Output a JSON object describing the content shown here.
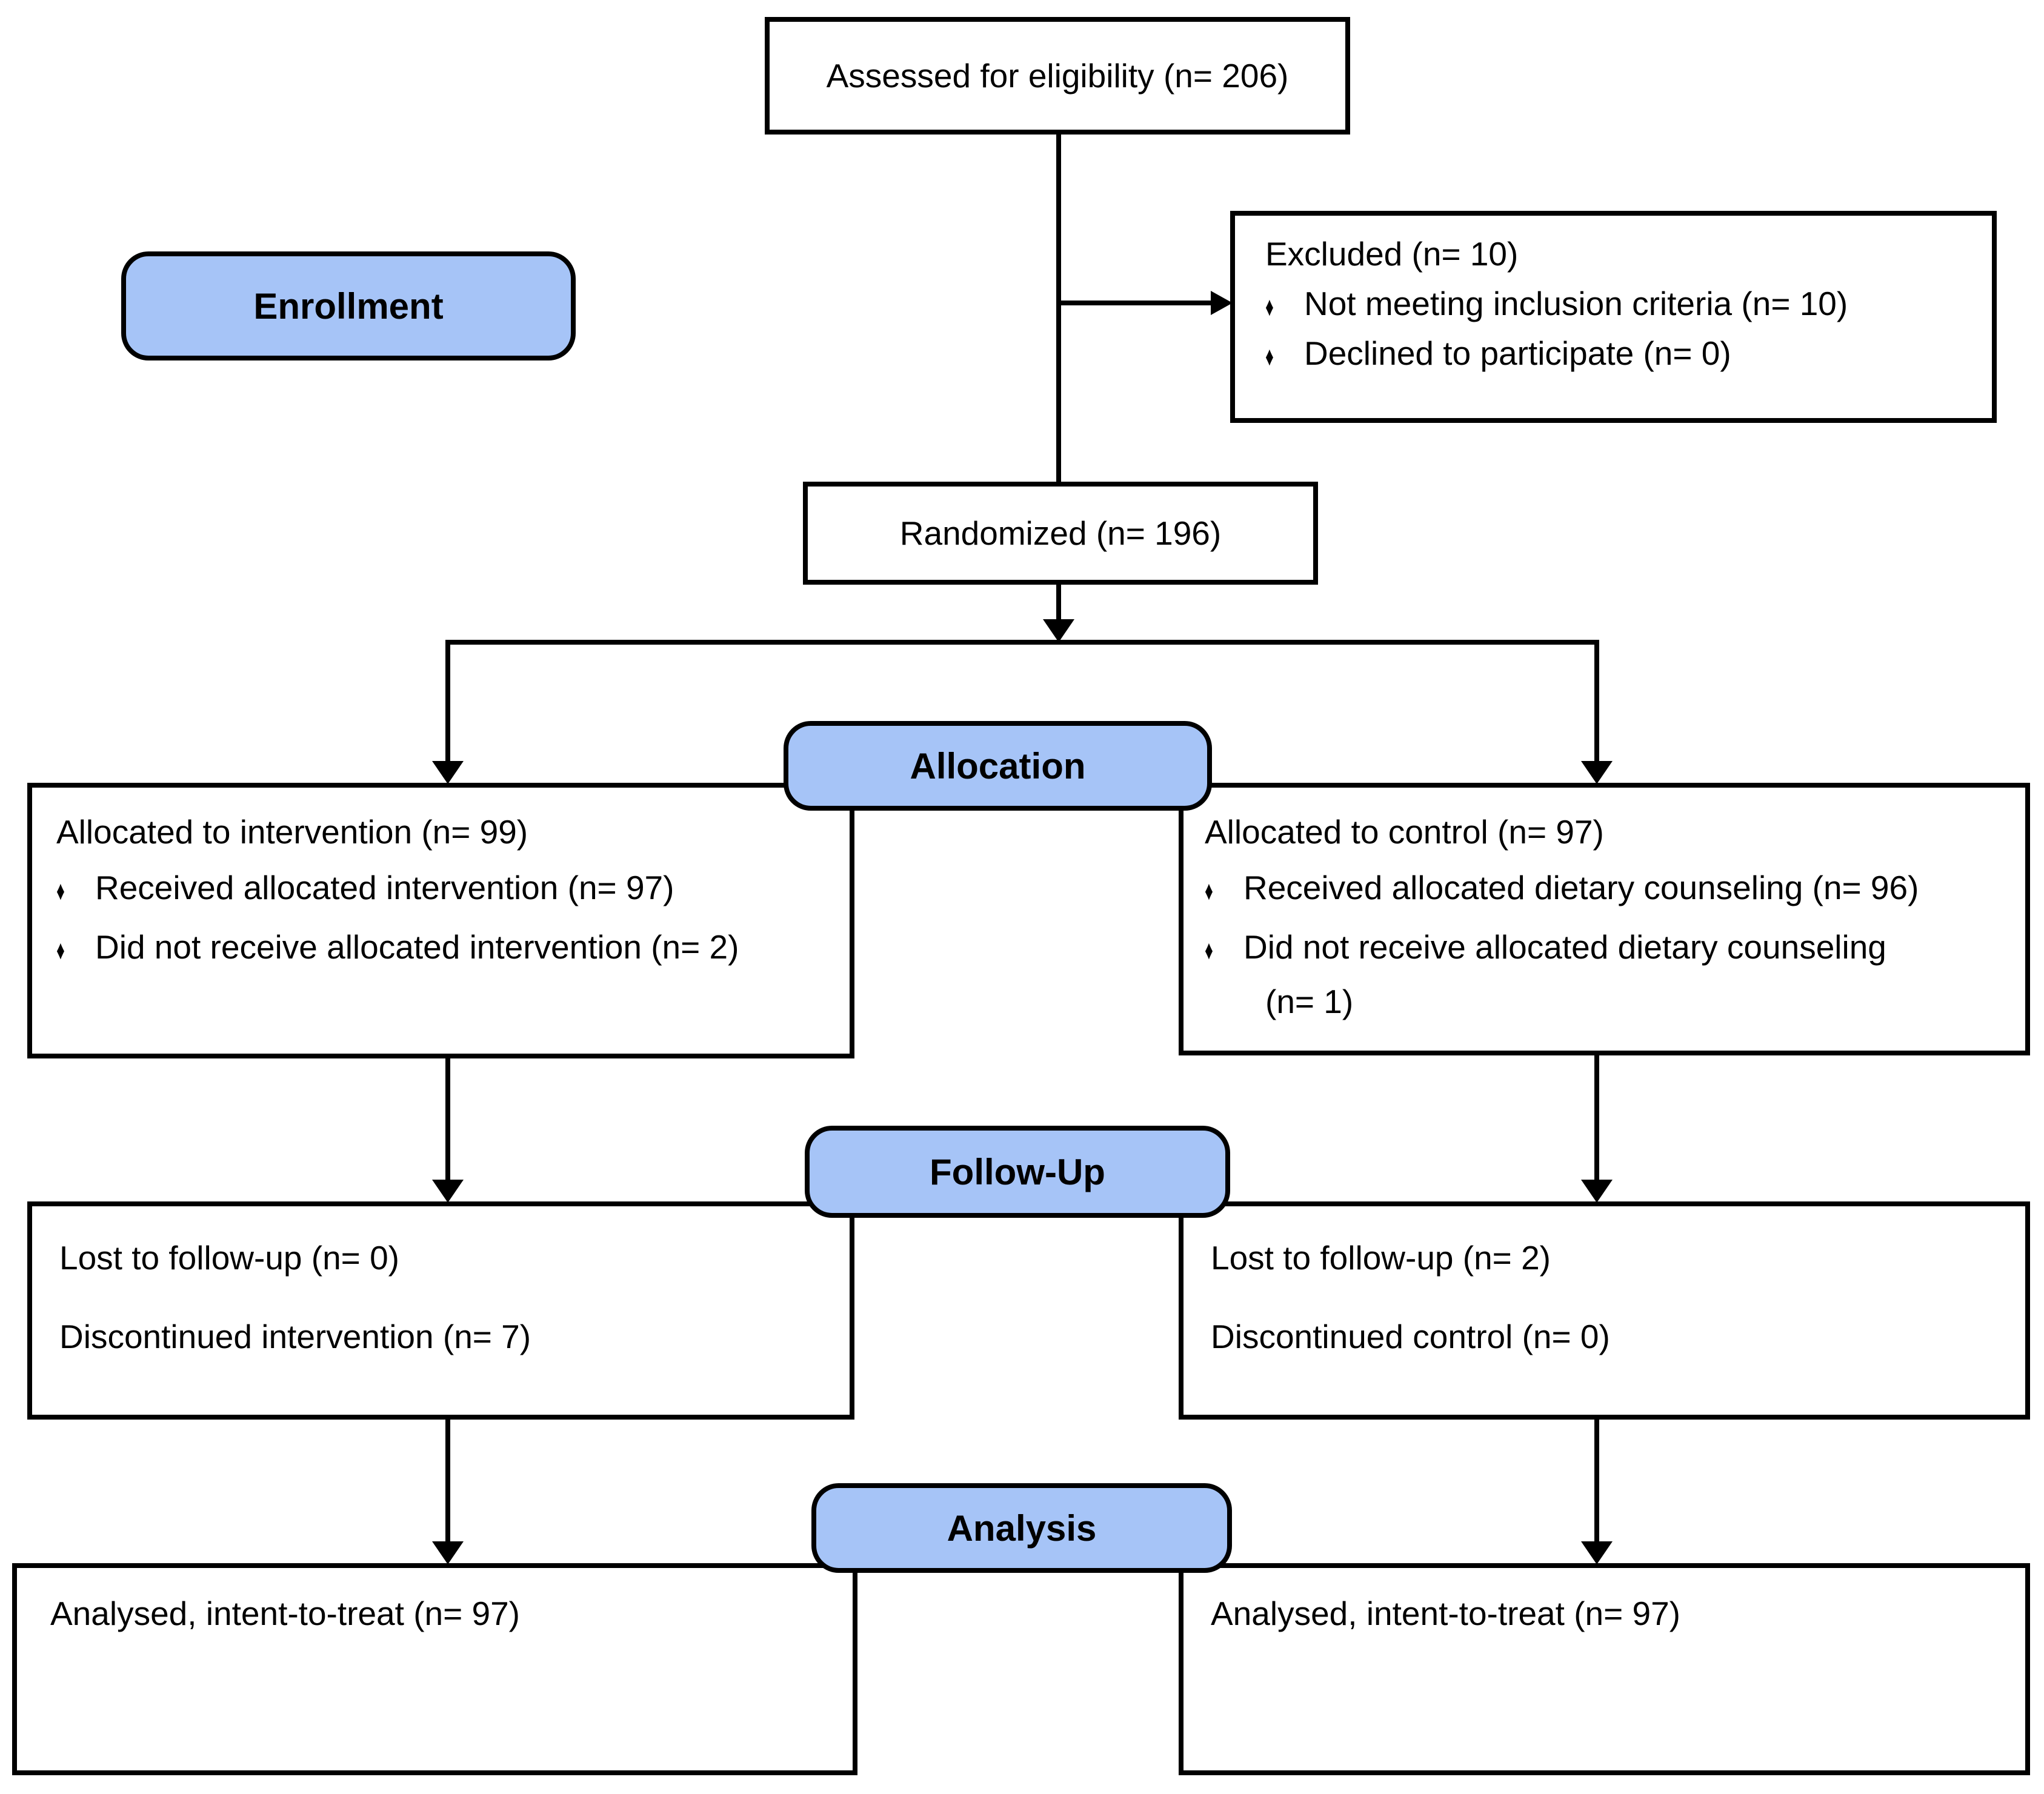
{
  "diagram": {
    "assessed": {
      "text": "Assessed for eligibility (n= 206)"
    },
    "excluded": {
      "title": "Excluded (n= 10)",
      "bullets": [
        "Not meeting inclusion criteria (n= 10)",
        "Declined to participate (n= 0)"
      ]
    },
    "randomized": {
      "text": "Randomized (n= 196)"
    },
    "stage_labels": {
      "enrollment": "Enrollment",
      "allocation": "Allocation",
      "followup": "Follow-Up",
      "analysis": "Analysis"
    },
    "allocation_left": {
      "title": "Allocated to intervention (n= 99)",
      "bullets": [
        "Received allocated intervention (n= 97)",
        "Did not receive allocated intervention (n= 2)"
      ]
    },
    "allocation_right": {
      "title": "Allocated to control (n= 97)",
      "bullets": [
        "Received allocated dietary counseling (n= 96)",
        "Did not receive allocated dietary counseling"
      ],
      "continuation": "(n= 1)"
    },
    "followup_left": {
      "line1": "Lost to follow-up (n= 0)",
      "line2": "Discontinued intervention (n= 7)"
    },
    "followup_right": {
      "line1": "Lost to follow-up (n= 2)",
      "line2": "Discontinued control (n= 0)"
    },
    "analysis_left": {
      "text": "Analysed, intent-to-treat (n= 97)"
    },
    "analysis_right": {
      "text": "Analysed, intent-to-treat (n= 97)"
    },
    "bullet_glyph": "♦",
    "colors": {
      "stage_fill": "#a6c4f7",
      "line": "#000000"
    }
  }
}
